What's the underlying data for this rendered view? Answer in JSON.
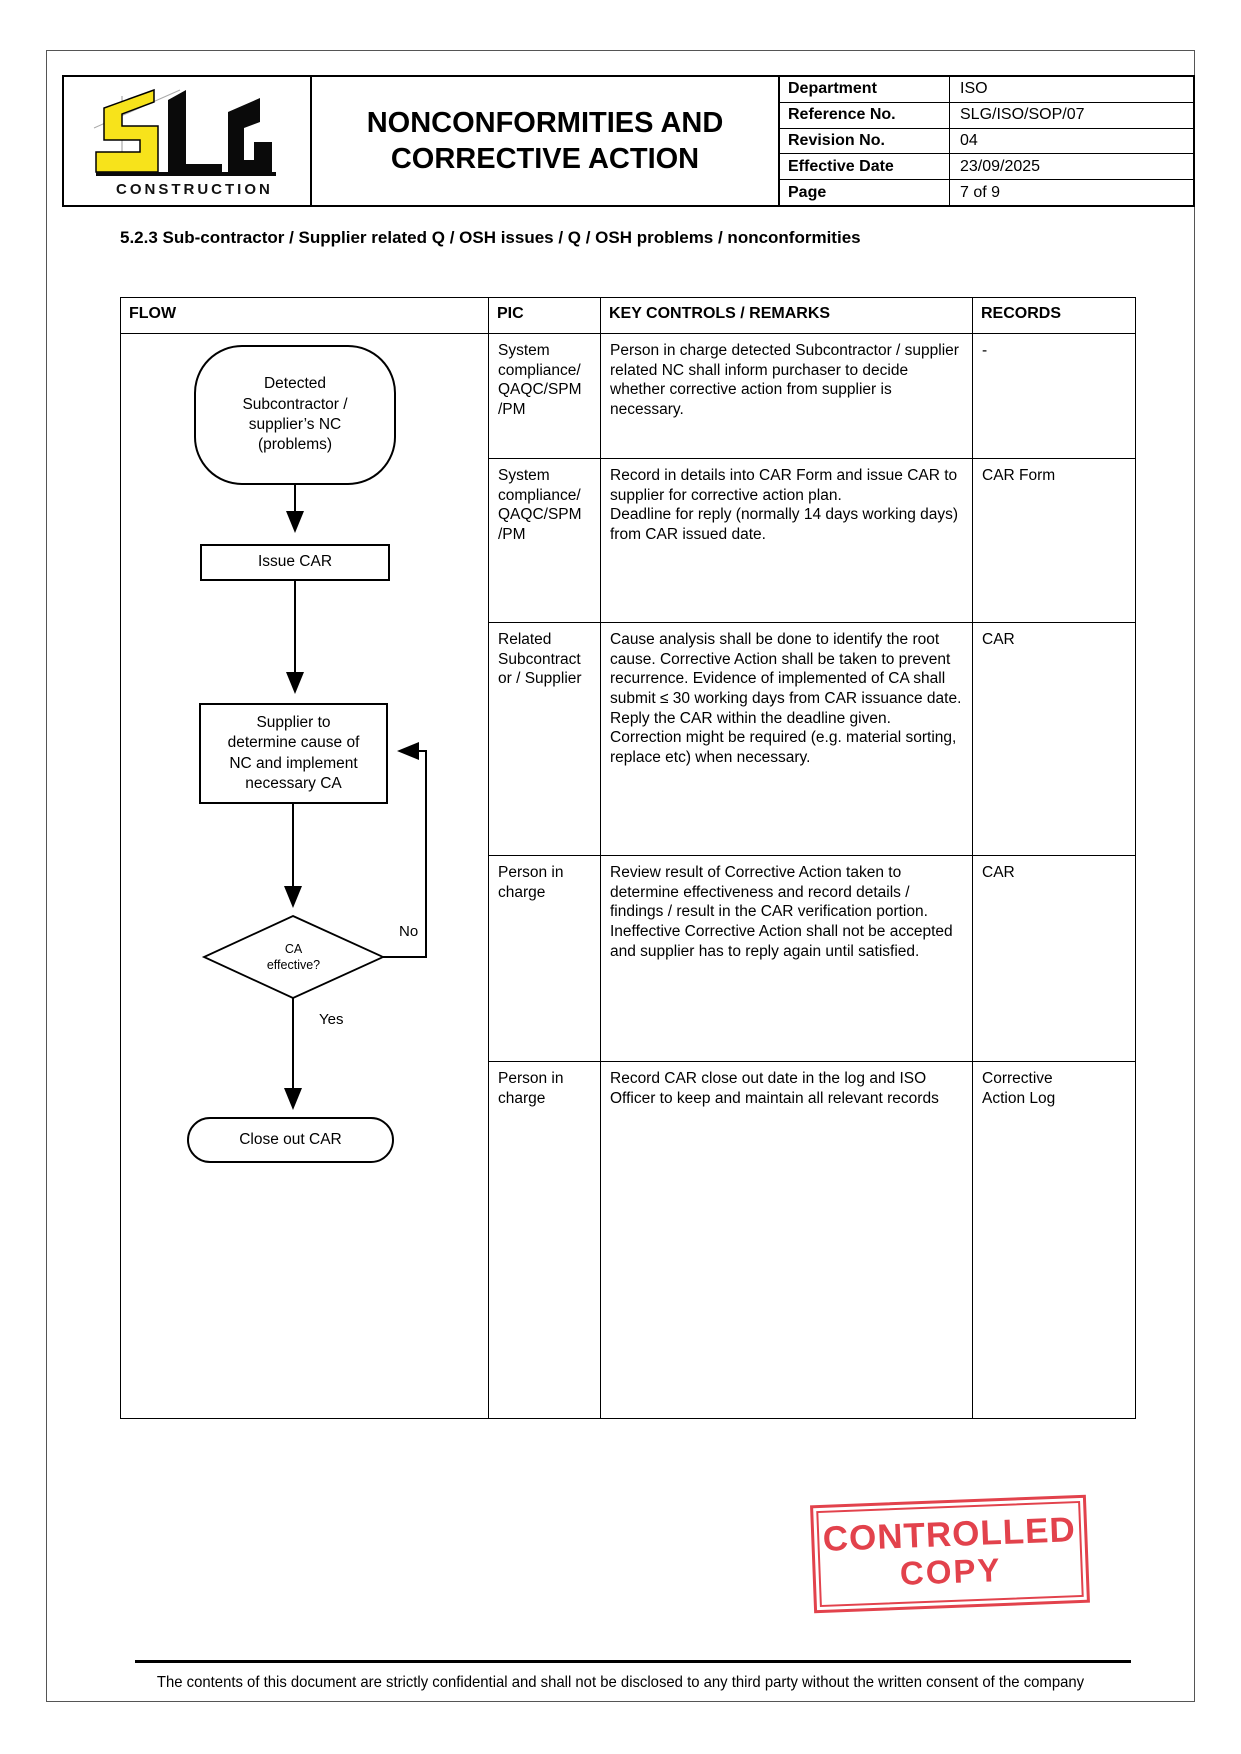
{
  "header": {
    "logo_subtitle": "CONSTRUCTION",
    "title": "NONCONFORMITIES AND\nCORRECTIVE ACTION",
    "info_rows": [
      {
        "label": "Department",
        "value": "ISO"
      },
      {
        "label": "Reference No.",
        "value": "SLG/ISO/SOP/07"
      },
      {
        "label": "Revision No.",
        "value": "04"
      },
      {
        "label": "Effective Date",
        "value": "23/09/2025"
      },
      {
        "label": "Page",
        "value": "7 of 9"
      }
    ]
  },
  "section_heading": "5.2.3 Sub-contractor / Supplier related Q / OSH issues / Q / OSH problems / nonconformities",
  "table": {
    "headers": [
      "FLOW",
      "PIC",
      "KEY CONTROLS / REMARKS",
      "RECORDS"
    ],
    "rows": [
      {
        "pic": "System\ncompliance/\nQAQC/SPM\n/PM",
        "key_controls": "Person in charge detected Subcontractor / supplier related NC shall inform purchaser to decide whether corrective action from supplier is necessary.",
        "records": "-"
      },
      {
        "pic": "System\ncompliance/\nQAQC/SPM\n/PM",
        "key_controls": "Record in details into CAR Form and issue CAR to supplier for corrective action plan.\nDeadline for reply (normally 14 days working days) from CAR issued date.",
        "records": "CAR Form"
      },
      {
        "pic": "Related\nSubcontract\nor / Supplier",
        "key_controls": "Cause analysis shall be done to identify the root cause. Corrective Action shall be taken to prevent recurrence. Evidence of implemented of CA shall submit ≤ 30 working days from CAR issuance date.\nReply the CAR within the deadline given.\nCorrection might be required (e.g. material sorting, replace etc) when necessary.",
        "records": "CAR"
      },
      {
        "pic": "Person in\ncharge",
        "key_controls": "Review result of Corrective Action taken to determine effectiveness and record details / findings / result in the CAR verification portion.\nIneffective Corrective Action shall not be accepted and supplier has to reply again until satisfied.",
        "records": "CAR"
      },
      {
        "pic": "Person in\ncharge",
        "key_controls": "Record CAR close out date in the log and ISO Officer to keep and maintain all relevant records",
        "records": "Corrective\nAction Log"
      }
    ]
  },
  "flowchart": {
    "start": "Detected\nSubcontractor /\nsupplier’s NC\n(problems)",
    "issue_car": "Issue CAR",
    "supplier_ca": "Supplier to\ndetermine cause of\nNC and implement\nnecessary CA",
    "decision": "CA\neffective?",
    "no_label": "No",
    "yes_label": "Yes",
    "close_out": "Close out CAR"
  },
  "stamp": {
    "line1": "CONTROLLED",
    "line2": "COPY",
    "color": "#e0343f"
  },
  "footer_note": "The contents of this document are strictly confidential and shall not be disclosed to any third party without the written consent of the company"
}
